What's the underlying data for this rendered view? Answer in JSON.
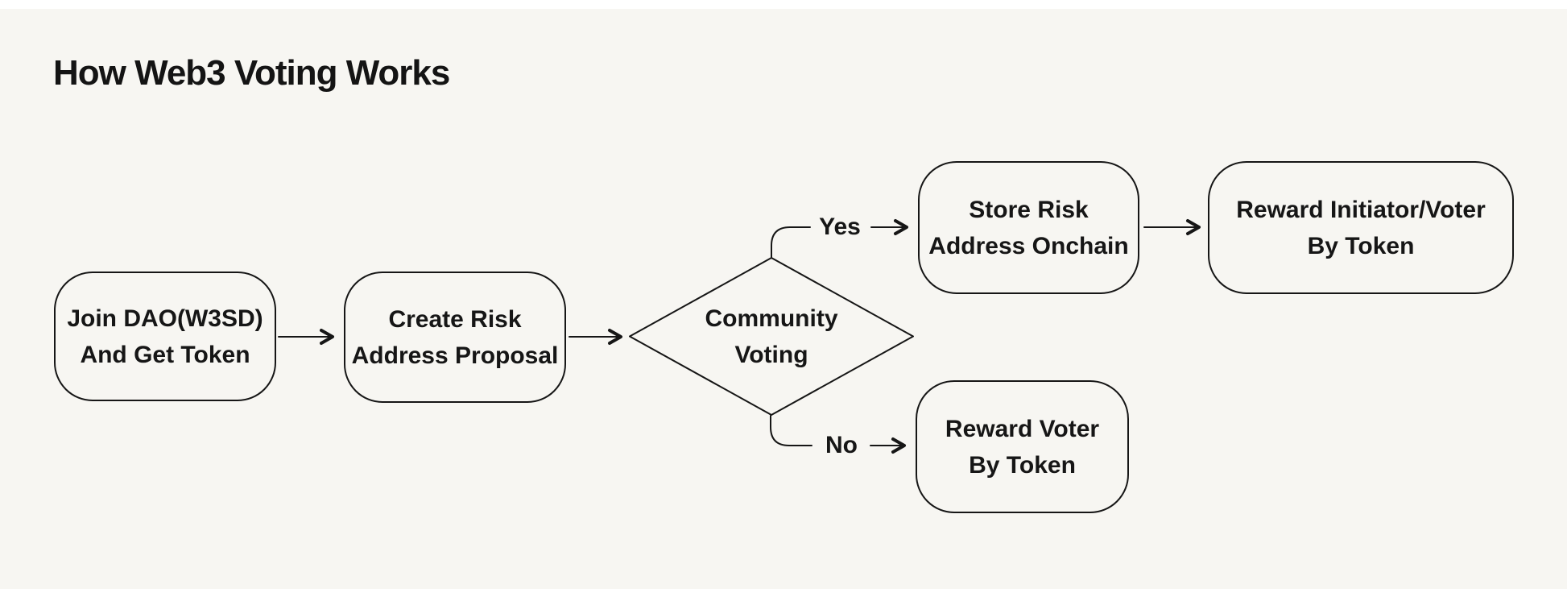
{
  "title": "How Web3 Voting Works",
  "colors": {
    "canvas_background": "#f7f6f2",
    "page_background": "#ffffff",
    "stroke": "#161616",
    "text": "#161616"
  },
  "nodes": {
    "join": {
      "shape": "rounded-rect",
      "line1": "Join DAO(W3SD)",
      "line2": "And Get Token"
    },
    "create": {
      "shape": "rounded-rect",
      "line1": "Create Risk",
      "line2": "Address Proposal"
    },
    "voting": {
      "shape": "diamond",
      "line1": "Community",
      "line2": "Voting"
    },
    "store": {
      "shape": "rounded-rect",
      "line1": "Store Risk",
      "line2": "Address Onchain"
    },
    "reward_initiator": {
      "shape": "rounded-rect",
      "line1": "Reward Initiator/Voter",
      "line2": "By Token"
    },
    "reward_voter": {
      "shape": "rounded-rect",
      "line1": "Reward Voter",
      "line2": "By Token"
    }
  },
  "edges": {
    "yes_label": "Yes",
    "no_label": "No",
    "flow": [
      {
        "from": "join",
        "to": "create",
        "label": ""
      },
      {
        "from": "create",
        "to": "voting",
        "label": ""
      },
      {
        "from": "voting",
        "to": "store",
        "label": "Yes"
      },
      {
        "from": "voting",
        "to": "reward_voter",
        "label": "No"
      },
      {
        "from": "store",
        "to": "reward_initiator",
        "label": ""
      }
    ]
  }
}
